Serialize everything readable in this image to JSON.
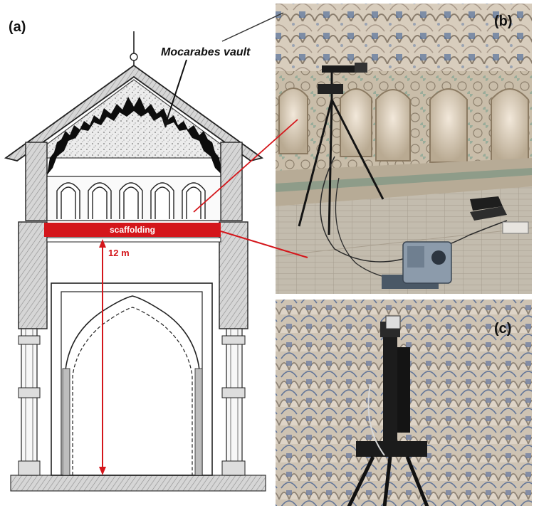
{
  "panels": {
    "a_label": "(a)",
    "b_label": "(b)",
    "c_label": "(c)"
  },
  "annotations": {
    "vault_label": "Mocarabes vault",
    "scaffolding_label": "scaffolding",
    "height_label": "12 m"
  },
  "colors": {
    "accent_red": "#d4161b",
    "drawing_ink": "#222222",
    "stone_hatch": "#9a9a9a",
    "stucco_light": "#d9cfc2",
    "stucco_blue": "#3d5a8a",
    "floor_tile": "#b9b1a3"
  },
  "icons": {
    "scanner": "laser-scanner-icon",
    "tripod": "tripod-icon",
    "laptop": "laptop-icon"
  }
}
